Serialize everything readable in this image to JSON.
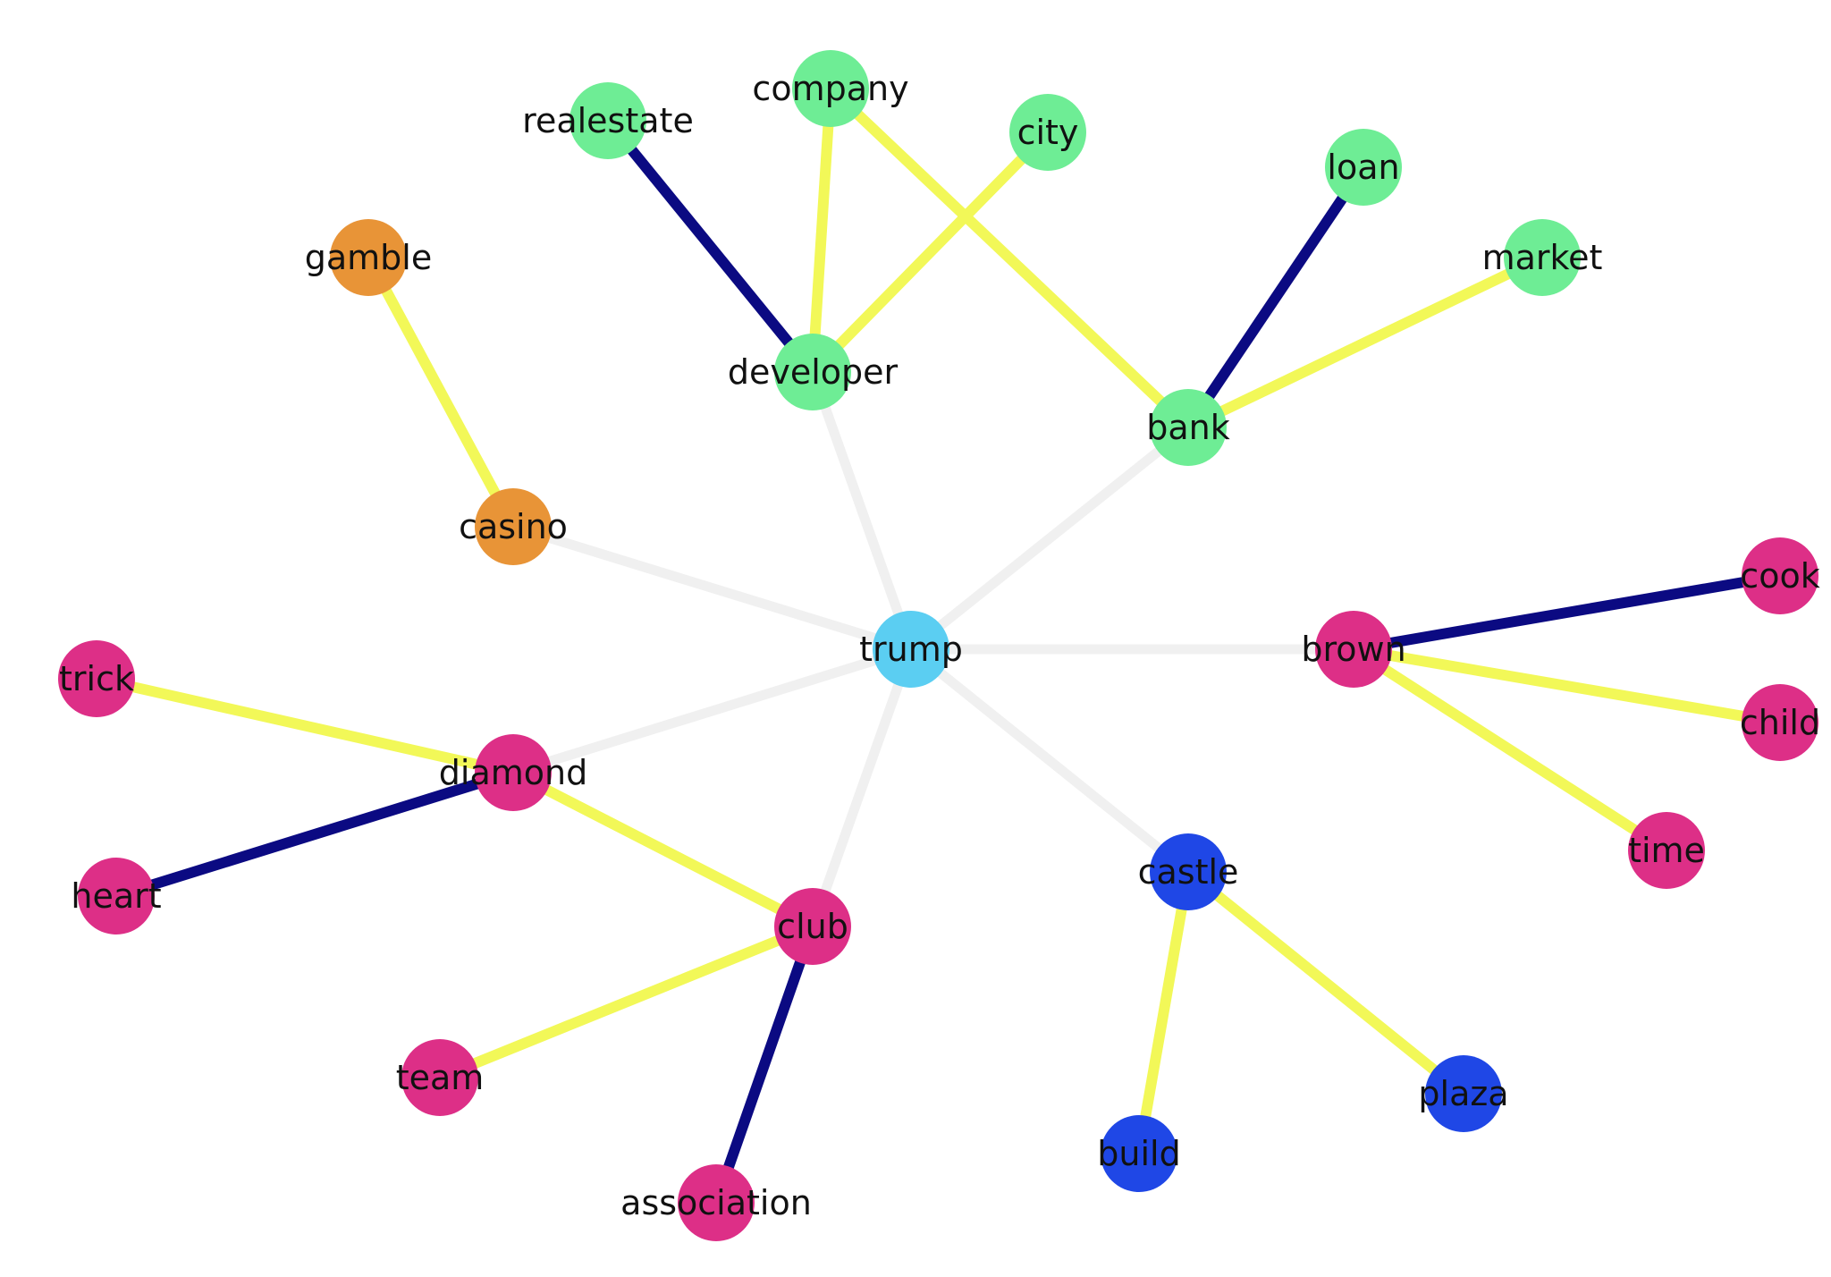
{
  "graph": {
    "colors": {
      "finance": "#6eed95",
      "gambling": "#e89437",
      "center": "#5bcef2",
      "social": "#dd2f87",
      "building": "#1f47e6",
      "edge_hub": "#f0f0f0",
      "edge_weak": "#f2f858",
      "edge_strong": "#0b0a82"
    },
    "nodes": [
      {
        "id": "trump",
        "label": "trump",
        "group": "center"
      },
      {
        "id": "developer",
        "label": "developer",
        "group": "finance"
      },
      {
        "id": "realestate",
        "label": "realestate",
        "group": "finance"
      },
      {
        "id": "company",
        "label": "company",
        "group": "finance"
      },
      {
        "id": "city",
        "label": "city",
        "group": "finance"
      },
      {
        "id": "bank",
        "label": "bank",
        "group": "finance"
      },
      {
        "id": "loan",
        "label": "loan",
        "group": "finance"
      },
      {
        "id": "market",
        "label": "market",
        "group": "finance"
      },
      {
        "id": "gamble",
        "label": "gamble",
        "group": "gambling"
      },
      {
        "id": "casino",
        "label": "casino",
        "group": "gambling"
      },
      {
        "id": "brown",
        "label": "brown",
        "group": "social"
      },
      {
        "id": "cook",
        "label": "cook",
        "group": "social"
      },
      {
        "id": "child",
        "label": "child",
        "group": "social"
      },
      {
        "id": "time",
        "label": "time",
        "group": "social"
      },
      {
        "id": "diamond",
        "label": "diamond",
        "group": "social"
      },
      {
        "id": "trick",
        "label": "trick",
        "group": "social"
      },
      {
        "id": "heart",
        "label": "heart",
        "group": "social"
      },
      {
        "id": "club",
        "label": "club",
        "group": "social"
      },
      {
        "id": "team",
        "label": "team",
        "group": "social"
      },
      {
        "id": "association",
        "label": "association",
        "group": "social"
      },
      {
        "id": "castle",
        "label": "castle",
        "group": "building"
      },
      {
        "id": "build",
        "label": "build",
        "group": "building"
      },
      {
        "id": "plaza",
        "label": "plaza",
        "group": "building"
      }
    ],
    "edges": [
      {
        "source": "trump",
        "target": "developer",
        "kind": "hub"
      },
      {
        "source": "trump",
        "target": "bank",
        "kind": "hub"
      },
      {
        "source": "trump",
        "target": "casino",
        "kind": "hub"
      },
      {
        "source": "trump",
        "target": "brown",
        "kind": "hub"
      },
      {
        "source": "trump",
        "target": "diamond",
        "kind": "hub"
      },
      {
        "source": "trump",
        "target": "club",
        "kind": "hub"
      },
      {
        "source": "trump",
        "target": "castle",
        "kind": "hub"
      },
      {
        "source": "developer",
        "target": "realestate",
        "kind": "strong"
      },
      {
        "source": "developer",
        "target": "company",
        "kind": "weak"
      },
      {
        "source": "developer",
        "target": "city",
        "kind": "weak"
      },
      {
        "source": "company",
        "target": "bank",
        "kind": "weak"
      },
      {
        "source": "bank",
        "target": "loan",
        "kind": "strong"
      },
      {
        "source": "bank",
        "target": "market",
        "kind": "weak"
      },
      {
        "source": "gamble",
        "target": "casino",
        "kind": "weak"
      },
      {
        "source": "brown",
        "target": "cook",
        "kind": "strong"
      },
      {
        "source": "brown",
        "target": "child",
        "kind": "weak"
      },
      {
        "source": "brown",
        "target": "time",
        "kind": "weak"
      },
      {
        "source": "diamond",
        "target": "trick",
        "kind": "weak"
      },
      {
        "source": "diamond",
        "target": "heart",
        "kind": "strong"
      },
      {
        "source": "diamond",
        "target": "club",
        "kind": "weak"
      },
      {
        "source": "club",
        "target": "team",
        "kind": "weak"
      },
      {
        "source": "club",
        "target": "association",
        "kind": "strong"
      },
      {
        "source": "castle",
        "target": "build",
        "kind": "weak"
      },
      {
        "source": "castle",
        "target": "plaza",
        "kind": "weak"
      }
    ]
  }
}
